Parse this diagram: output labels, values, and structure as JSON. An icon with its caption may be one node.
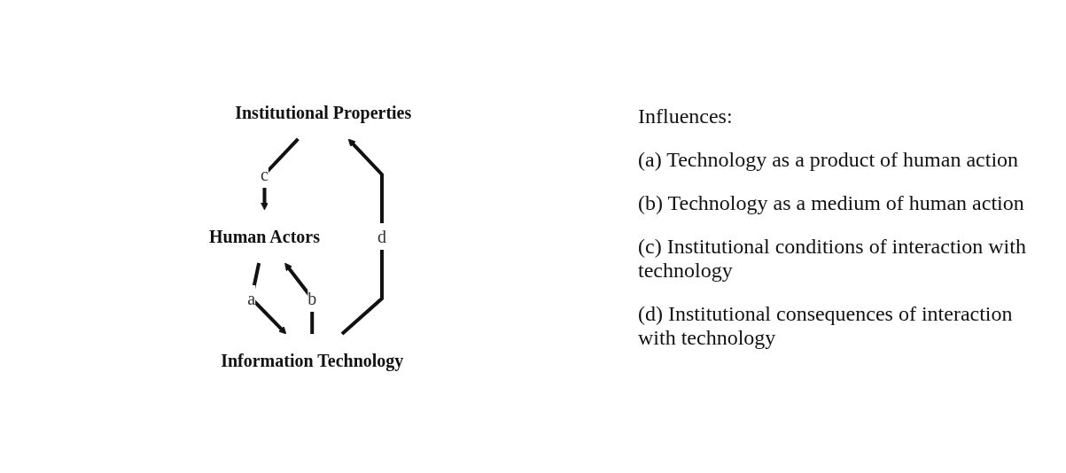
{
  "diagram": {
    "nodes": [
      {
        "text": [
          "Institutional Properties"
        ]
      },
      {
        "text": [
          "Information Technology"
        ]
      },
      {
        "text": [
          "Human Actors"
        ]
      }
    ],
    "edges": [
      {
        "from": 2,
        "to": 1,
        "arrow": "to",
        "label": "a"
      },
      {
        "from": 1,
        "to": 2,
        "arrow": "to",
        "label": "b"
      },
      {
        "from": 0,
        "to": 2,
        "arrow": "to",
        "label": "c"
      },
      {
        "from": 1,
        "to": 0,
        "arrow": "to",
        "label": "d"
      }
    ],
    "labels": [
      "Influences:",
      "(a) Technology as a product of human action",
      "(b) Technology as a medium of human action",
      "(c) Institutional conditions of interaction with technology",
      "(d) Institutional consequences of interaction with technology"
    ]
  }
}
